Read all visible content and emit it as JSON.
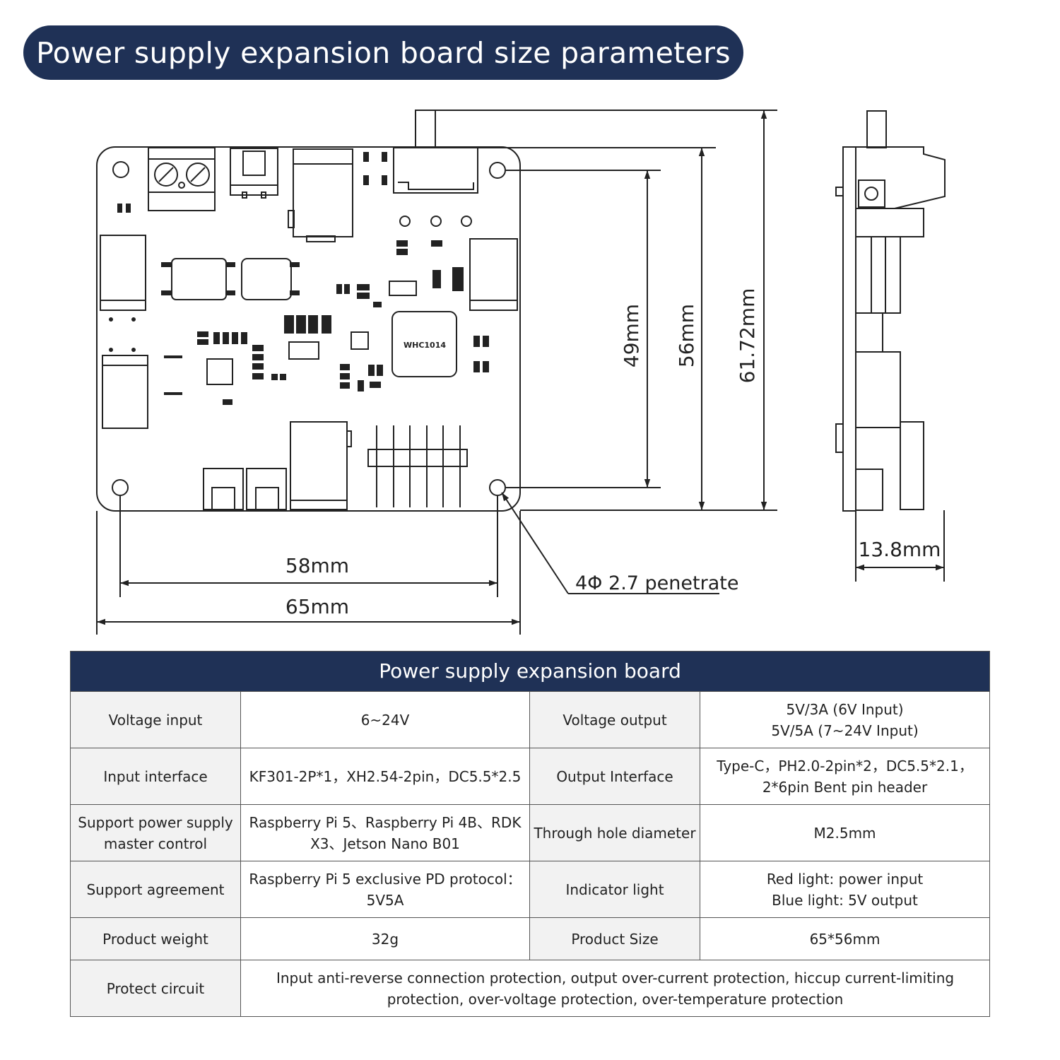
{
  "banner": {
    "title": "Power supply expansion board size parameters"
  },
  "drawing": {
    "chip_label": "WHC1014",
    "dims": {
      "height_49": "49mm",
      "height_56": "56mm",
      "height_61": "61.72mm",
      "width_58": "58mm",
      "width_65": "65mm",
      "thickness": "13.8mm",
      "hole_note": "4Φ 2.7 penetrate"
    }
  },
  "table": {
    "header": "Power supply expansion board",
    "rows": [
      {
        "l1": "Voltage input",
        "v1": [
          "6~24V"
        ],
        "l2": "Voltage output",
        "v2": [
          "5V/3A (6V Input)",
          "5V/5A (7~24V Input)"
        ]
      },
      {
        "l1": "Input interface",
        "v1": [
          "KF301-2P*1，XH2.54-2pin，DC5.5*2.5"
        ],
        "l2": "Output Interface",
        "v2": [
          "Type-C，PH2.0-2pin*2，DC5.5*2.1，",
          "2*6pin Bent pin header"
        ]
      },
      {
        "l1": [
          "Support power supply",
          "master control"
        ],
        "v1": [
          "Raspberry Pi 5、Raspberry Pi 4B、RDK",
          "X3、Jetson Nano B01"
        ],
        "l2": "Through hole diameter",
        "v2": [
          "M2.5mm"
        ]
      },
      {
        "l1": "Support agreement",
        "v1": [
          "Raspberry Pi 5 exclusive PD protocol：",
          "5V5A"
        ],
        "l2": "Indicator light",
        "v2": [
          "Red light: power input",
          "Blue light: 5V output"
        ]
      },
      {
        "l1": "Product weight",
        "v1": [
          "32g"
        ],
        "l2": "Product Size",
        "v2": [
          "65*56mm"
        ]
      }
    ],
    "protect": {
      "label": "Protect circuit",
      "value": [
        "Input anti-reverse connection protection, output over-current protection, hiccup current-limiting",
        "protection, over-voltage protection, over-temperature protection"
      ]
    }
  }
}
